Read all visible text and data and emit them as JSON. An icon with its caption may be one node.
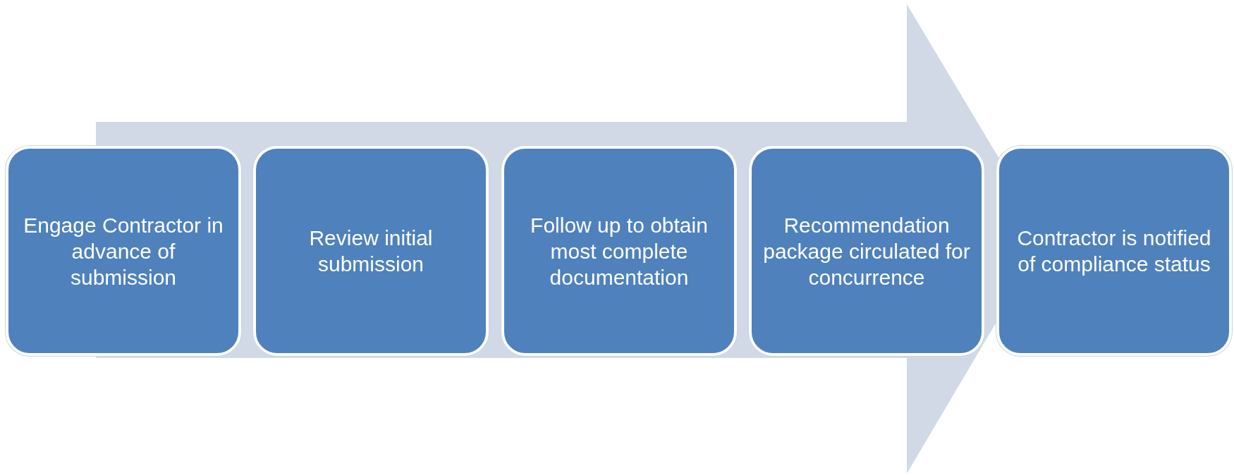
{
  "diagram": {
    "nodes": [
      {
        "text": [
          "Engage Contractor in advance of submission"
        ]
      },
      {
        "text": [
          "Review initial submission"
        ]
      },
      {
        "text": [
          "Follow up to obtain most complete documentation"
        ]
      },
      {
        "text": [
          "Recommendation package circulated for concurrence"
        ]
      },
      {
        "text": [
          "Contractor is notified of compliance status"
        ]
      }
    ]
  }
}
